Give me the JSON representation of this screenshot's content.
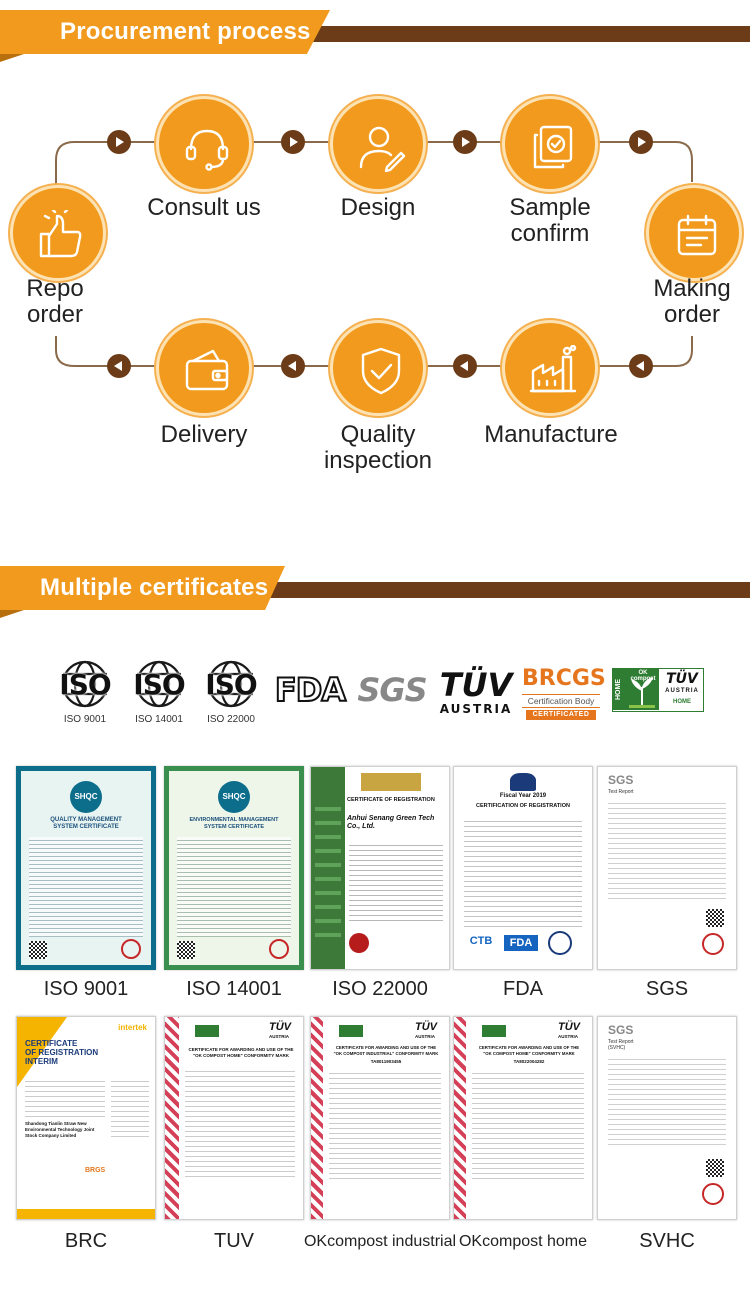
{
  "sections": {
    "procurement_title": "Procurement process",
    "certificates_title": "Multiple certificates"
  },
  "process_steps": [
    {
      "id": "repo",
      "label": "Repo\norder",
      "icon": "thumbs-up-icon"
    },
    {
      "id": "consult",
      "label": "Consult us",
      "icon": "headset-icon"
    },
    {
      "id": "design",
      "label": "Design",
      "icon": "designer-icon"
    },
    {
      "id": "sample",
      "label": "Sample\nconfirm",
      "icon": "document-check-icon"
    },
    {
      "id": "making",
      "label": "Making\norder",
      "icon": "calendar-icon"
    },
    {
      "id": "manufacture",
      "label": "Manufacture",
      "icon": "factory-icon"
    },
    {
      "id": "quality",
      "label": "Quality\ninspection",
      "icon": "shield-check-icon"
    },
    {
      "id": "delivery",
      "label": "Delivery",
      "icon": "wallet-icon"
    }
  ],
  "logos": {
    "iso": [
      {
        "text": "ISO",
        "caption": "ISO 9001"
      },
      {
        "text": "ISO",
        "caption": "ISO 14001"
      },
      {
        "text": "ISO",
        "caption": "ISO 22000"
      }
    ],
    "fda": "FDA",
    "sgs": "SGS",
    "tuv": {
      "main": "TÜV",
      "sub": "AUSTRIA"
    },
    "brcgs": {
      "main": "BRCGS",
      "sub": "Certification Body",
      "ribbon": "CERTIFICATED"
    },
    "okcompost": {
      "side": "HOME",
      "main": "OK compost",
      "brand": "TÜV",
      "country": "AUSTRIA",
      "type": "HOME"
    }
  },
  "certificates": [
    {
      "label": "ISO 9001",
      "heading": "QUALITY MANAGEMENT\nSYSTEM CERTIFICATE",
      "emblem": "SHQC"
    },
    {
      "label": "ISO 14001",
      "heading": "ENVIRONMENTAL MANAGEMENT\nSYSTEM CERTIFICATE",
      "emblem": "SHQC"
    },
    {
      "label": "ISO 22000",
      "heading": "CERTIFICATE OF REGISTRATION",
      "company": "Anhui Senang Green Tech Co., Ltd."
    },
    {
      "label": "FDA",
      "heading": "CERTIFICATION OF REGISTRATION",
      "year": "Fiscal Year 2019",
      "marks": [
        "CTB",
        "FDA"
      ]
    },
    {
      "label": "SGS",
      "heading": "SGS",
      "subheading": "Test Report"
    },
    {
      "label": "BRC",
      "brand": "intertek",
      "heading": "CERTIFICATE\nOF REGISTRATION\nINTERIM",
      "company": "Shandong Tianlin Straw New Environmental Technology Joint Stock Company Limited",
      "mark": "BRGS"
    },
    {
      "label": "TUV",
      "heading": "CERTIFICATE FOR AWARDING AND USE OF THE\n\"OK COMPOST HOME\" CONFORMITY MARK",
      "brand": "TÜV",
      "brand_sub": "AUSTRIA"
    },
    {
      "label": "OKcompost industrial",
      "heading": "CERTIFICATE FOR AWARDING AND USE OF THE\n\"OK COMPOST INDUSTRIAL\" CONFORMITY MARK",
      "brand": "TÜV",
      "brand_sub": "AUSTRIA",
      "number": "TA8011903455"
    },
    {
      "label": "OKcompost home",
      "heading": "CERTIFICATE FOR AWARDING AND USE OF THE\n\"OK COMPOST HOME\" CONFORMITY MARK",
      "brand": "TÜV",
      "brand_sub": "AUSTRIA",
      "number": "TA8022004282"
    },
    {
      "label": "SVHC",
      "heading": "SGS",
      "subheading": "Test Report\n(SVHC)"
    }
  ],
  "colors": {
    "orange": "#f19a1d",
    "brown": "#6b3c17",
    "tuv_red": "#c8102e",
    "brcgs_orange": "#e5761d"
  }
}
